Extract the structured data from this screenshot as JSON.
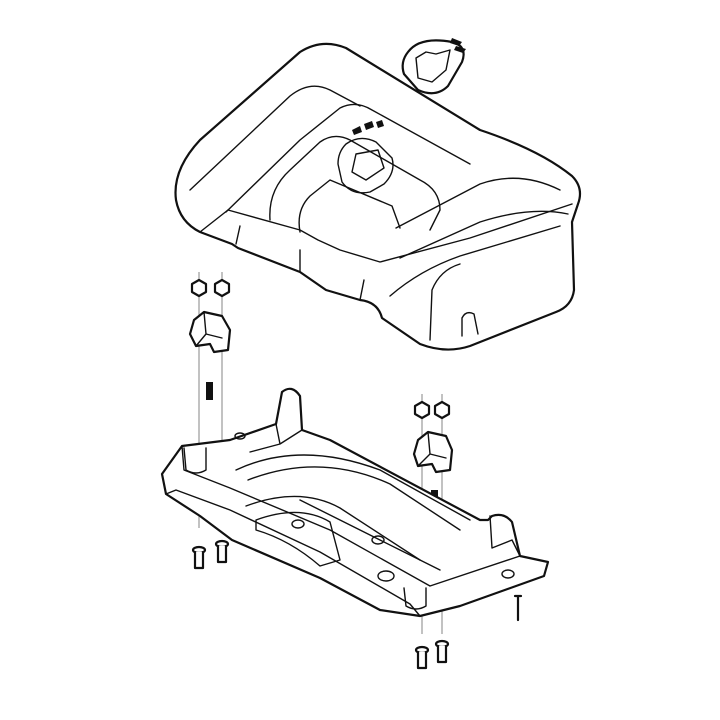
{
  "diagram": {
    "type": "exploded-parts-view",
    "colors": {
      "line": "#111111",
      "background": "#ffffff",
      "axis_line": "#999999"
    },
    "parts": [
      "top-cover",
      "logo-badge",
      "chassis-base",
      "nut",
      "bracket",
      "bolt"
    ]
  }
}
